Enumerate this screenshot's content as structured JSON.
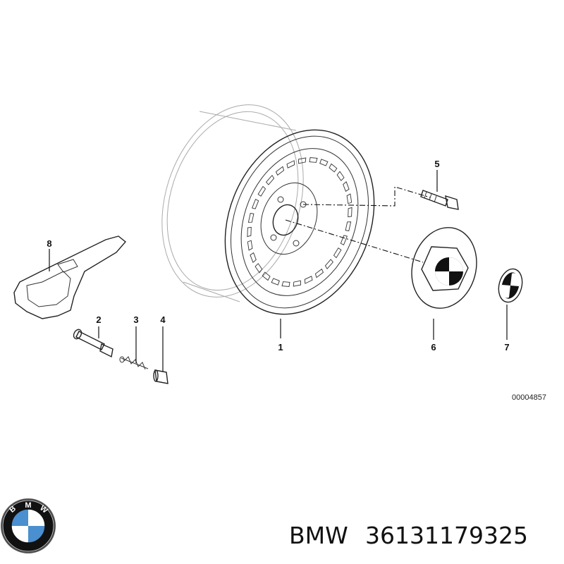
{
  "diagram": {
    "callouts": [
      {
        "id": "1",
        "label": "1"
      },
      {
        "id": "2",
        "label": "2"
      },
      {
        "id": "3",
        "label": "3"
      },
      {
        "id": "4",
        "label": "4"
      },
      {
        "id": "5",
        "label": "5"
      },
      {
        "id": "6",
        "label": "6"
      },
      {
        "id": "7",
        "label": "7"
      },
      {
        "id": "8",
        "label": "8"
      }
    ],
    "reference_number": "00004857"
  },
  "footer": {
    "brand": "BMW",
    "part_number": "36131179325",
    "logo_letters": [
      "B",
      "M",
      "W"
    ]
  },
  "colors": {
    "background": "#ffffff",
    "line": "#222222",
    "logo_blue": "#4a8fcf",
    "logo_black": "#111111"
  }
}
